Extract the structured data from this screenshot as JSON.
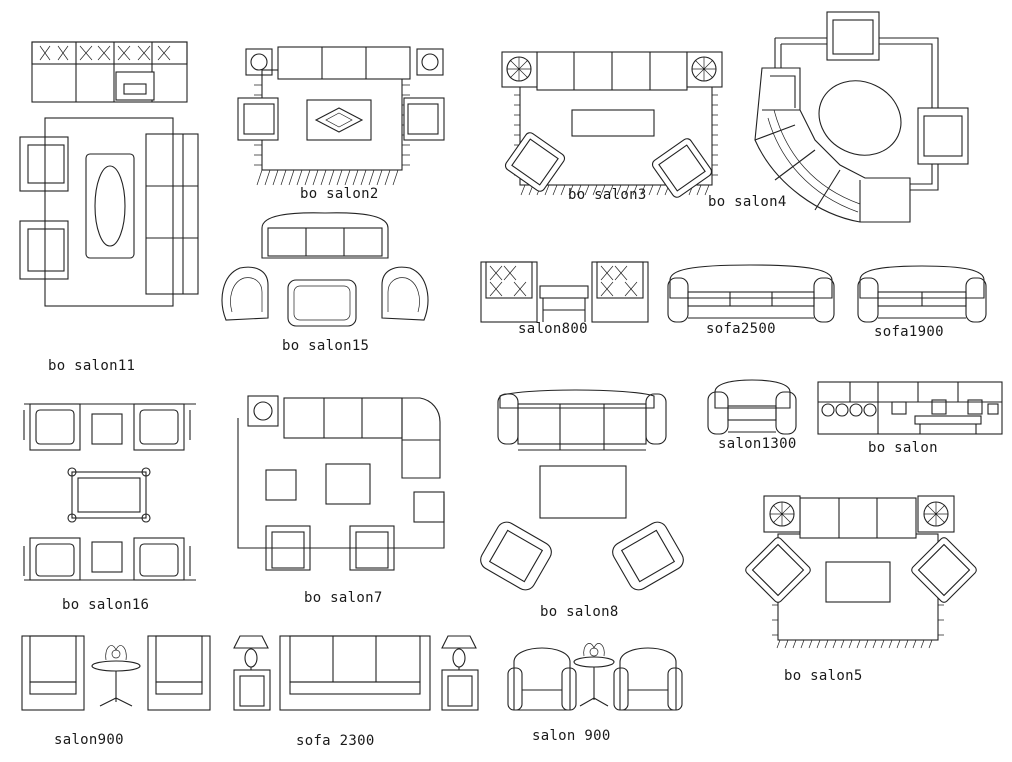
{
  "labels": {
    "bo_salon11": "bo salon11",
    "bo_salon2": "bo salon2",
    "bo_salon3": "bo salon3",
    "bo_salon4": "bo salon4",
    "bo_salon15": "bo salon15",
    "salon800": "salon800",
    "sofa2500": "sofa2500",
    "sofa1900": "sofa1900",
    "salon1300": "salon1300",
    "bo_salon": "bo salon",
    "bo_salon16": "bo salon16",
    "bo_salon7": "bo salon7",
    "bo_salon8": "bo salon8",
    "bo_salon5": "bo salon5",
    "salon900": "salon900",
    "sofa_2300": "sofa 2300",
    "salon_900": "salon 900"
  }
}
